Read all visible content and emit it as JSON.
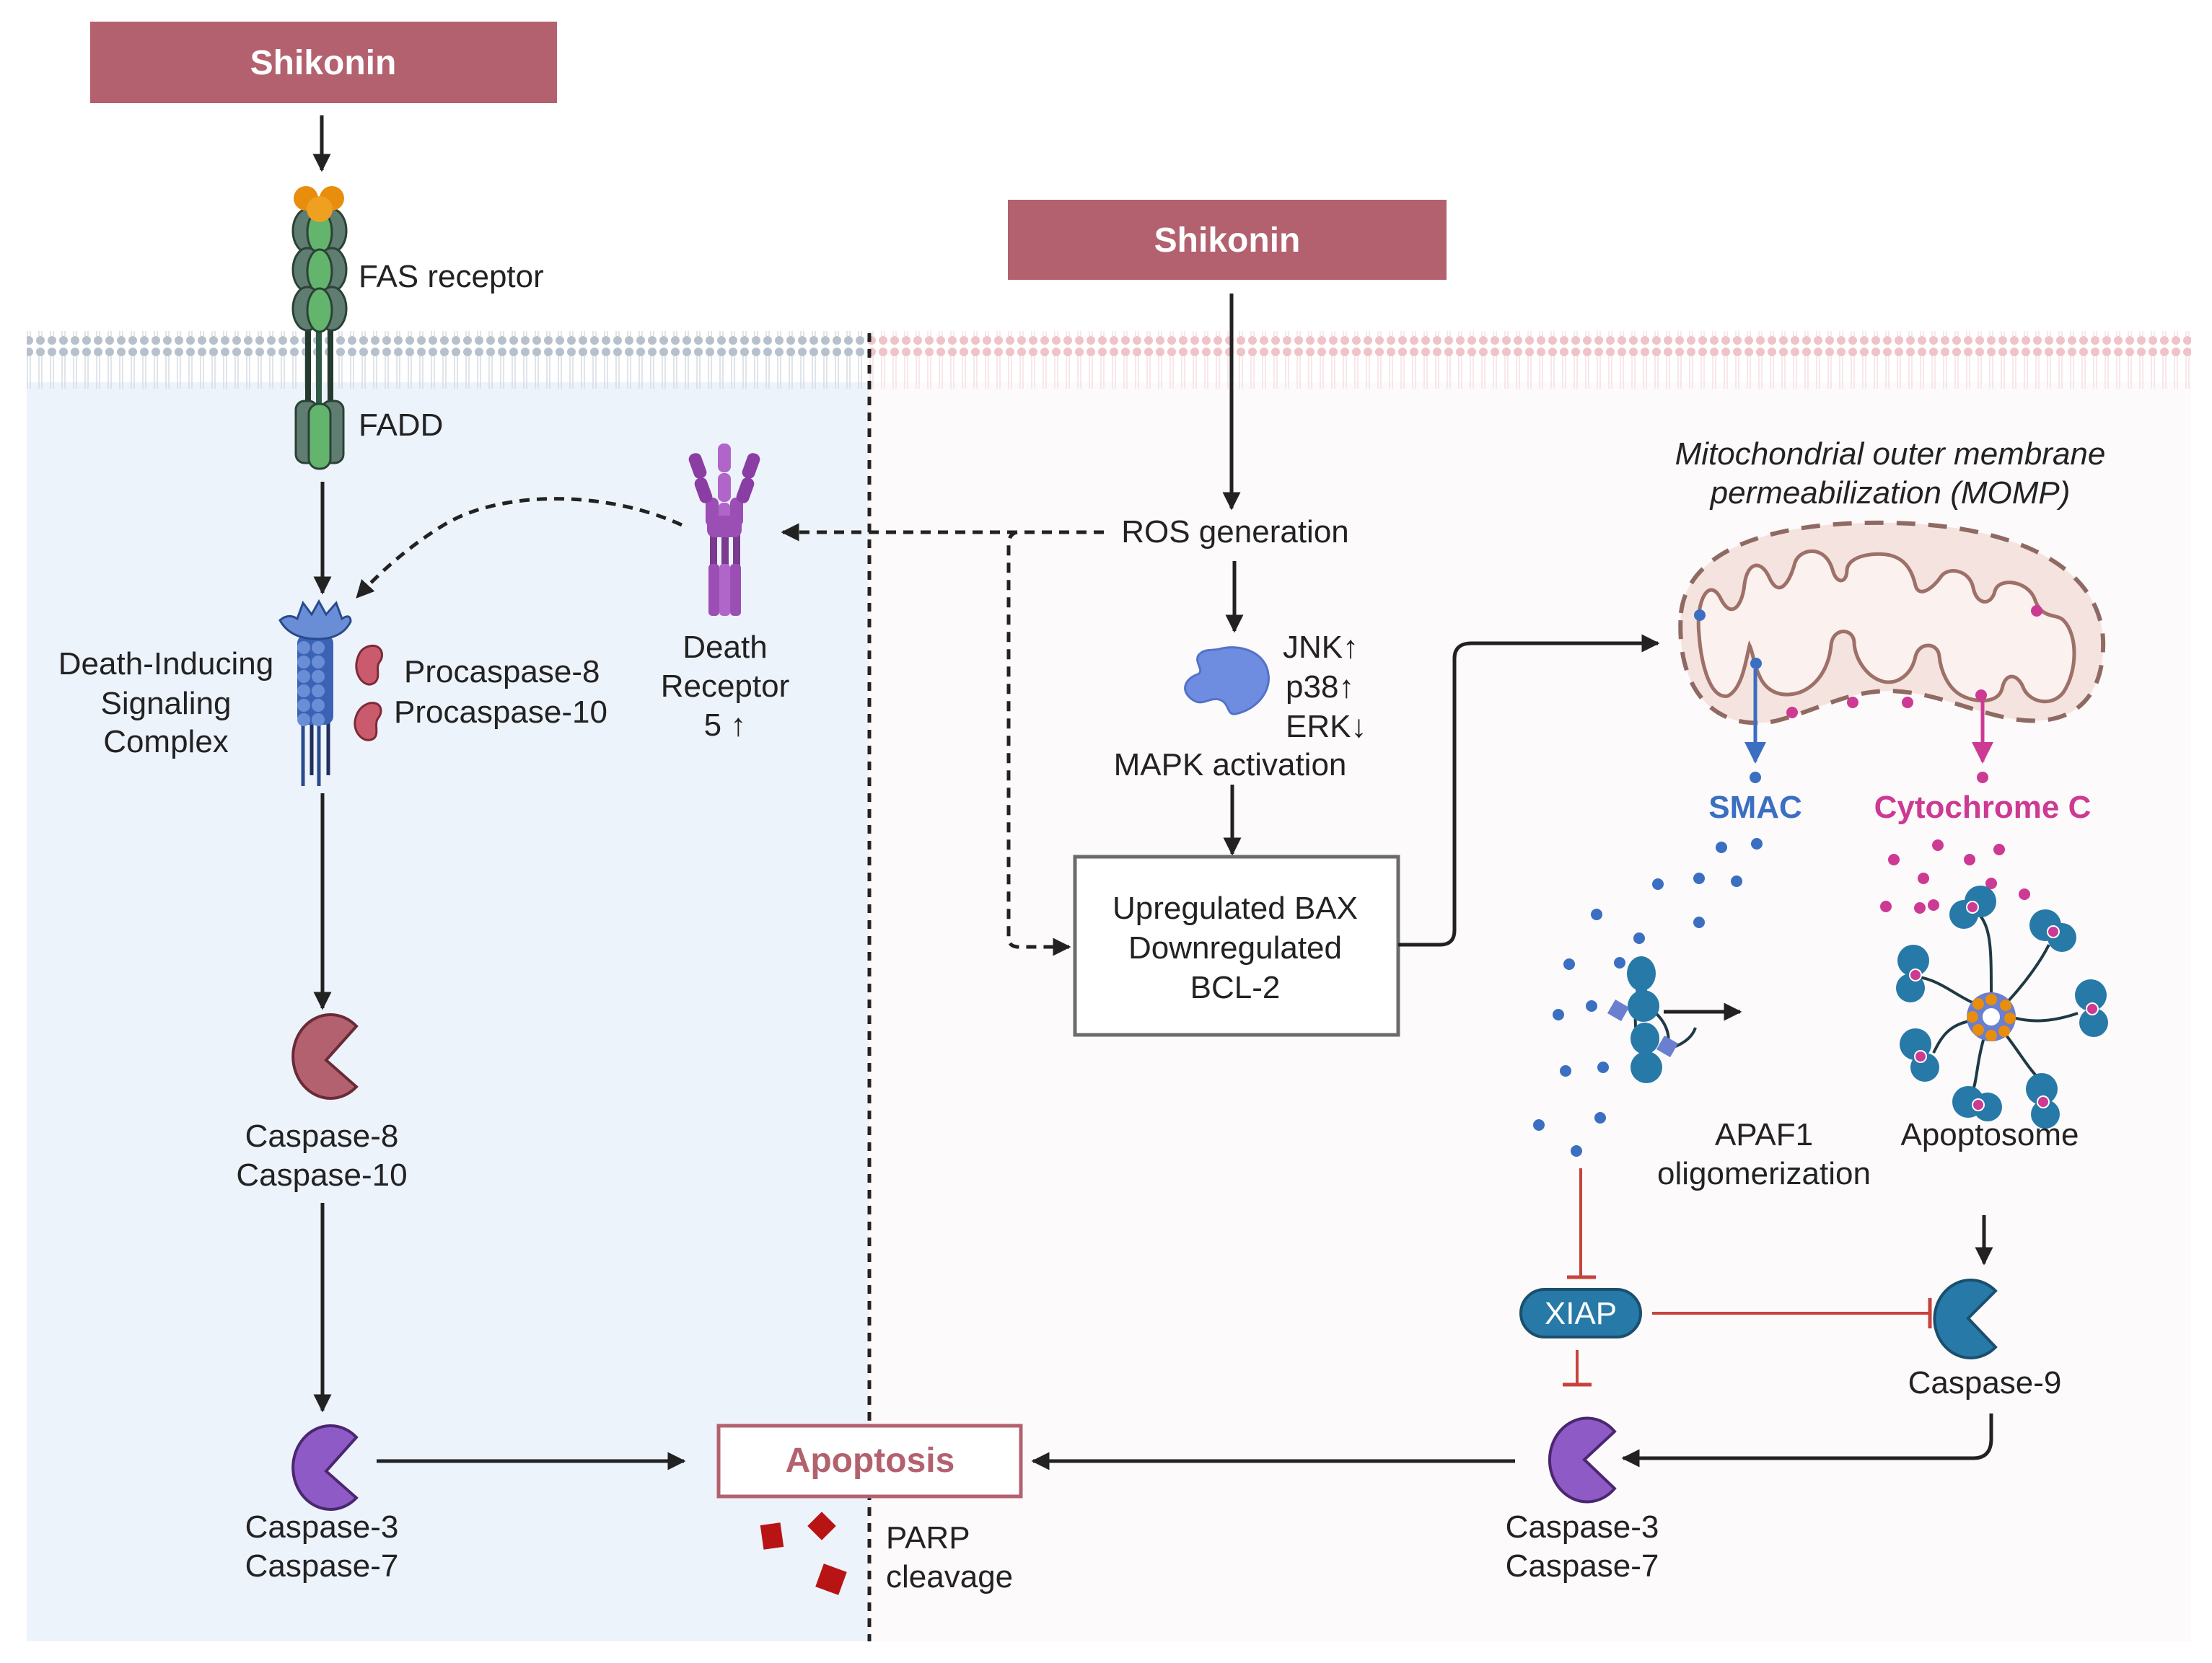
{
  "colors": {
    "drug_box": "#b3616f",
    "left_panel_bg": "#edf3fb",
    "right_panel_bg": "#fdfafb",
    "left_membrane": "#b7c1cb",
    "right_membrane": "#efc3c8",
    "arrow": "#222222",
    "inhibit": "#c8423c",
    "smac": "#3a6fc1",
    "cytochrome_c": "#cc3a93",
    "apoptosis_text": "#b3616f",
    "parp": "#b81414",
    "caspase_8": "#b3616f",
    "caspase_3": "#8e5ac6",
    "caspase_9": "#2779a7",
    "xiap": "#2779a7"
  },
  "extrinsic": {
    "drug_label": "Shikonin",
    "fas_label": "FAS receptor",
    "fadd_label": "FADD",
    "disc_label": [
      "Death-Inducing",
      "Signaling",
      "Complex"
    ],
    "procaspase_labels": [
      "Procaspase-8",
      "Procaspase-10"
    ],
    "death_receptor_label": [
      "Death",
      "Receptor",
      "5 ↑"
    ],
    "caspase_8_label": [
      "Caspase-8",
      "Caspase-10"
    ],
    "caspase_3_label": [
      "Caspase-3",
      "Caspase-7"
    ]
  },
  "intrinsic": {
    "drug_label": "Shikonin",
    "ros_label": "ROS generation",
    "mapk_markers": [
      "JNK↑",
      "p38↑",
      "ERK↓"
    ],
    "mapk_label": "MAPK activation",
    "bax_box": [
      "Upregulated BAX",
      "Downregulated",
      "BCL-2"
    ],
    "momp_label": [
      "Mitochondrial outer membrane",
      "permeabilization (MOMP)"
    ],
    "smac_label": "SMAC",
    "cytc_label": "Cytochrome C",
    "apaf1_label": [
      "APAF1",
      "oligomerization"
    ],
    "apoptosome_label": "Apoptosome",
    "xiap_label": "XIAP",
    "caspase_9_label": "Caspase-9",
    "caspase_3_label": [
      "Caspase-3",
      "Caspase-7"
    ]
  },
  "outcome": {
    "apoptosis_label": "Apoptosis",
    "parp_label": [
      "PARP",
      "cleavage"
    ]
  }
}
